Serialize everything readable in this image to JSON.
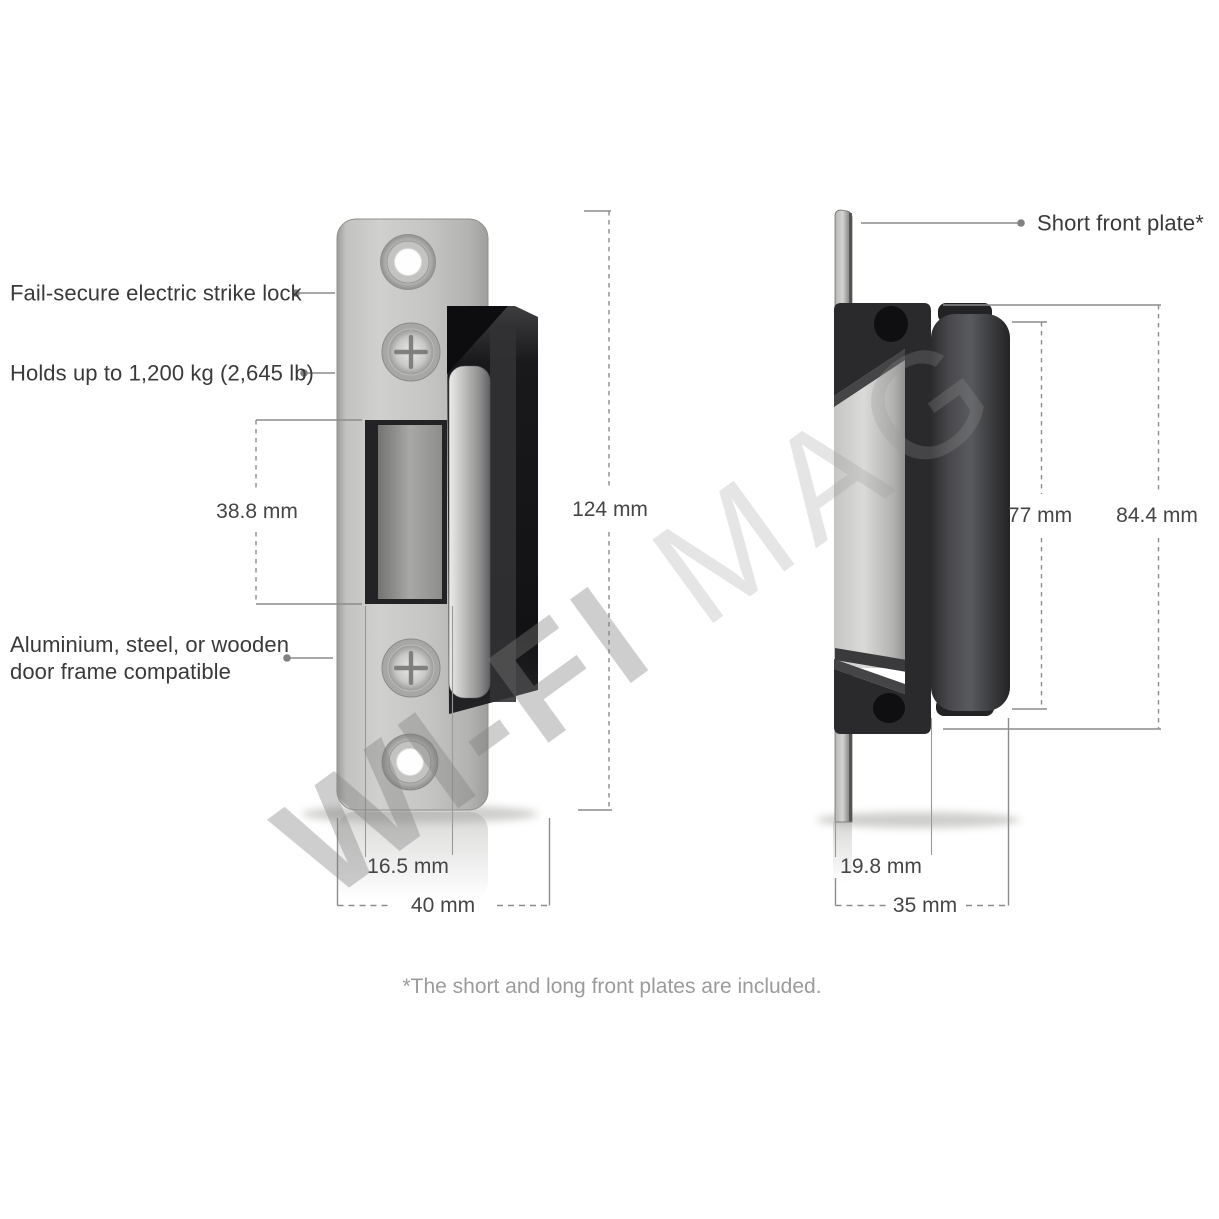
{
  "page": {
    "background": "#ffffff",
    "footnote": "*The short and long front plates are included.",
    "watermark": {
      "primary": "WI-FI",
      "secondary": "MAG"
    }
  },
  "front_view": {
    "callouts": {
      "product": "Fail-secure electric strike lock",
      "holding_force": "Holds up to 1,200 kg (2,645 lb)",
      "compatibility": "Aluminium, steel, or wooden door frame compatible"
    },
    "dimensions": {
      "keeper_height": "38.8 mm",
      "plate_height": "124 mm",
      "keeper_width": "16.5 mm",
      "plate_width": "40 mm"
    }
  },
  "side_view": {
    "callouts": {
      "plate": "Short front plate*"
    },
    "dimensions": {
      "body_height": "77 mm",
      "total_height": "84.4 mm",
      "inner_depth": "19.8 mm",
      "total_depth": "35 mm"
    }
  },
  "colors": {
    "callout_text": "#3a3a3a",
    "dimension_text": "#454545",
    "muted_text": "#9b9b9b",
    "line": "#8c8c8c",
    "plate_metal": "#c6c6c4",
    "strike_body": "#1a1a1c"
  }
}
